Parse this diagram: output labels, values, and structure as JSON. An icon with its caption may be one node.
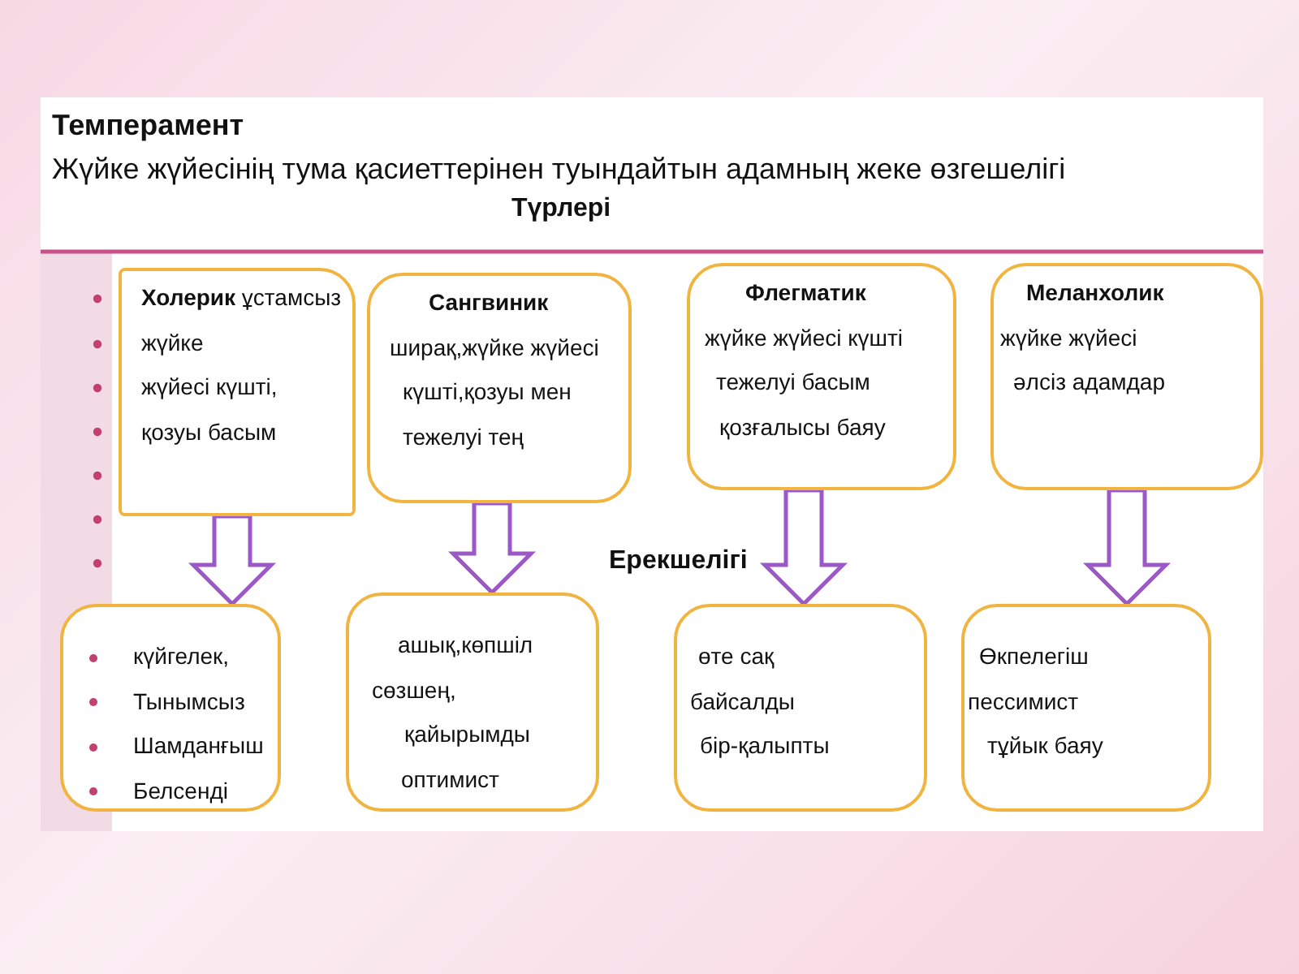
{
  "diagram": {
    "title": "Темперамент",
    "caption": "Жүйке жүйесінің тума қасиеттерінен туындайтын адамның жеке өзгешелігі",
    "nodes": [
      {
        "text": [
          "**Холерик** ұстамсыз",
          "жүйке",
          "жүйесі күшті,",
          "қозуы басым"
        ]
      },
      {
        "text": [
          "Сангвиник",
          "ширақ,жүйке жүйесі",
          "күшті,қозуы мен",
          "тежелуі тең"
        ]
      },
      {
        "text": [
          "Флегматик",
          "жүйке жүйесі күшті",
          "тежелуі басым",
          "қозғалысы баяу"
        ]
      },
      {
        "text": [
          "Меланхолик",
          "жүйке жүйесі",
          "әлсіз адамдар"
        ]
      },
      {
        "text": [
          "күйгелек,",
          "Тынымсыз",
          "Шамданғыш",
          "Белсенді"
        ]
      },
      {
        "text": [
          "ашық,көпшіл",
          "сөзшең,",
          "қайырымды",
          "оптимист"
        ]
      },
      {
        "text": [
          "өте сақ",
          "байсалды",
          "бір-қалыпты"
        ]
      },
      {
        "text": [
          "Өкпелегіш",
          "пессимист",
          "тұйык баяу"
        ]
      }
    ],
    "edges": [
      {
        "from": 0,
        "to": 4,
        "arrow": "to"
      },
      {
        "from": 1,
        "to": 5,
        "arrow": "to"
      },
      {
        "from": 2,
        "to": 6,
        "arrow": "to"
      },
      {
        "from": 3,
        "to": 7,
        "arrow": "to"
      }
    ],
    "labels": [
      "Түрлері",
      "Ерекшелігі"
    ]
  }
}
